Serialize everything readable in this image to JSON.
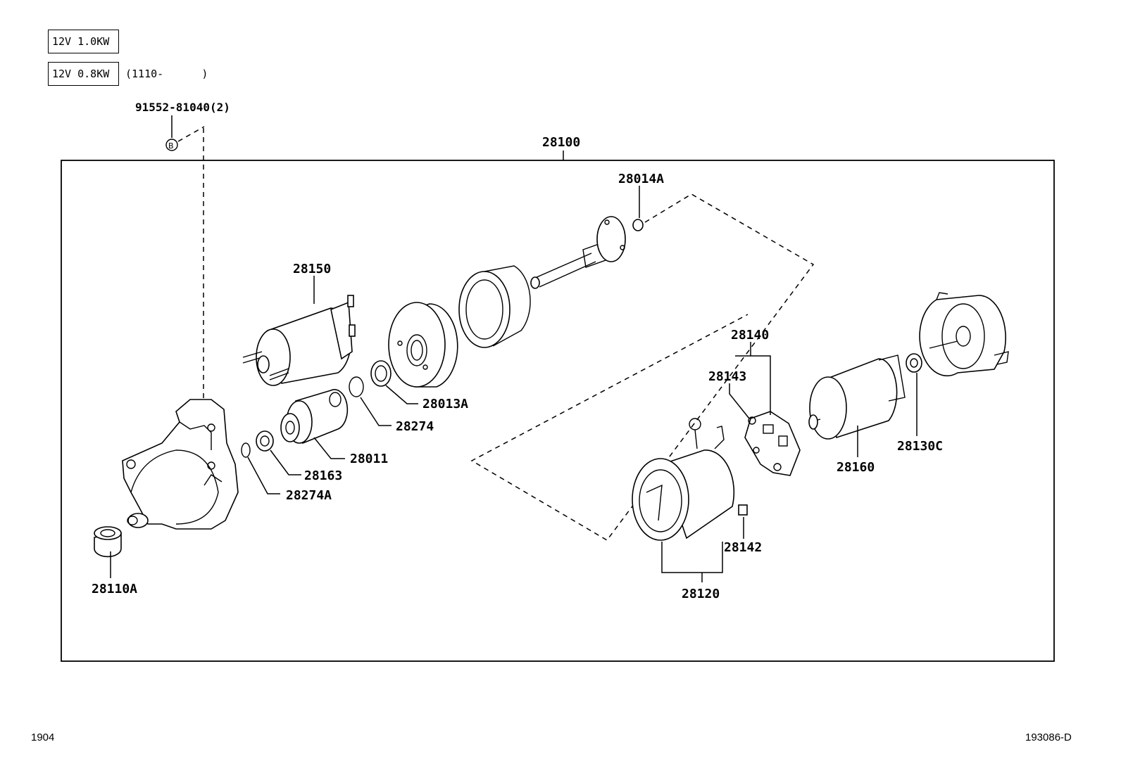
{
  "specs": [
    {
      "label": "12V 1.0KW",
      "note": ""
    },
    {
      "label": "12V 0.8KW",
      "note": "(1110-      )"
    }
  ],
  "callout": {
    "part": "91552-81040(2)",
    "marker": "B"
  },
  "assembly_label": "28100",
  "parts": {
    "p28014A": "28014A",
    "p28150": "28150",
    "p28013A": "28013A",
    "p28274": "28274",
    "p28011": "28011",
    "p28163": "28163",
    "p28274A": "28274A",
    "p28110A": "28110A",
    "p28140": "28140",
    "p28143": "28143",
    "p28160": "28160",
    "p28130C": "28130C",
    "p28142": "28142",
    "p28120": "28120"
  },
  "footer": {
    "left": "1904",
    "right": "193086-D"
  }
}
